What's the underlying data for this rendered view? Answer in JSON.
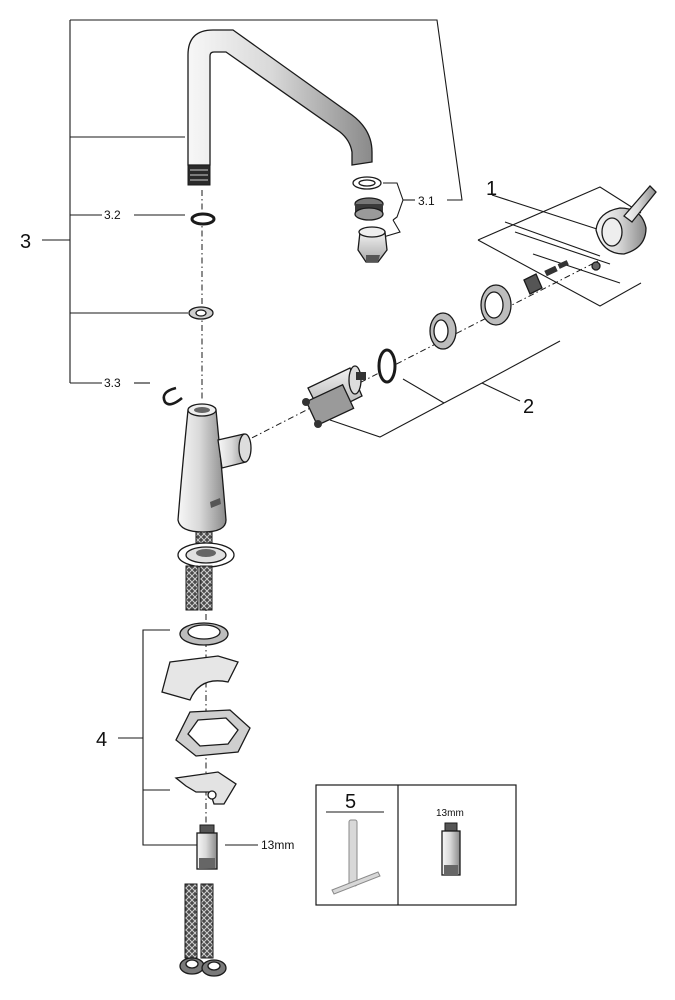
{
  "callouts": {
    "c1": "1",
    "c2": "2",
    "c3": "3",
    "c3_1": "3.1",
    "c3_2": "3.2",
    "c3_3": "3.3",
    "c4": "4",
    "c5": "5"
  },
  "dimensions": {
    "hose_nut": "13mm",
    "tool_nut": "13mm"
  },
  "colors": {
    "line": "#1a1a1a",
    "part_fill_light": "#e9e9e9",
    "part_fill_mid": "#bdbdbd",
    "part_fill_dark": "#6a6a6a",
    "tool_fill": "#d8d8d8"
  },
  "icons": [
    "spout",
    "aerator",
    "o-ring",
    "retaining-clip",
    "handle-lever",
    "cartridge",
    "mixer-body",
    "mounting-set",
    "flex-hose",
    "installation-tool"
  ]
}
